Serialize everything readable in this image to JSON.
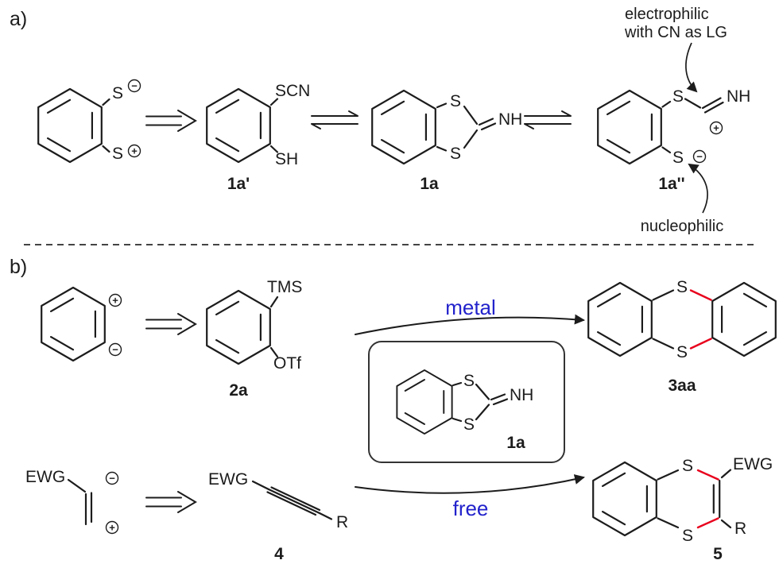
{
  "figure": {
    "section_a_label": "a)",
    "section_b_label": "b)"
  },
  "atoms": {
    "s": "S",
    "scn": "SCN",
    "sh": "SH",
    "nh": "NH",
    "tms": "TMS",
    "otf": "OTf",
    "ewg": "EWG",
    "r": "R"
  },
  "charges": {
    "plus": "+",
    "minus": "−"
  },
  "compounds": {
    "a1_prime": "1a'",
    "a1": "1a",
    "a1_dprime": "1a''",
    "box_1a": "1a",
    "c2a": "2a",
    "c3aa": "3aa",
    "c4": "4",
    "c5": "5"
  },
  "annotations": {
    "electrophilic_1": "electrophilic",
    "electrophilic_2": "with CN as LG",
    "nucleophilic": "nucleophilic"
  },
  "conditions": {
    "metal": "metal",
    "free": "free"
  },
  "colors": {
    "bond": "#1c1c1c",
    "highlight_red": "#e8001c",
    "condition_blue": "#2222cc"
  }
}
